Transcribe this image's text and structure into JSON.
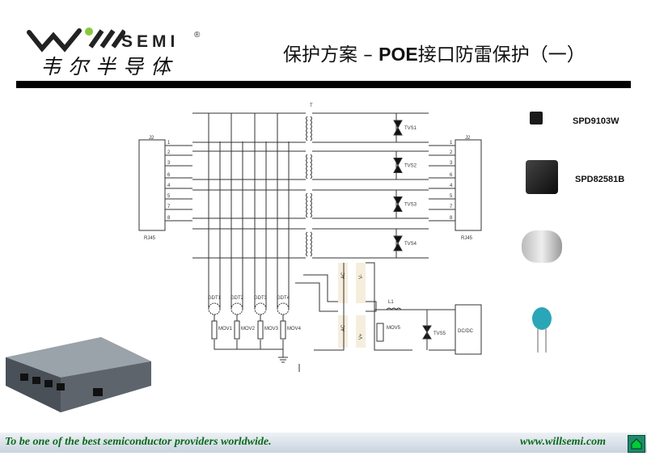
{
  "header": {
    "logo": {
      "brand": "SEMI",
      "registered": "®",
      "chinese": "韦尔半导体"
    },
    "title_prefix": "保护方案 – ",
    "title_bold": "POE",
    "title_suffix": "接口防雷保护（一）"
  },
  "schematic": {
    "connector_left": {
      "ref": "J2",
      "type": "RJ45"
    },
    "connector_right": {
      "ref": "J2",
      "type": "RJ45"
    },
    "pins": [
      "1",
      "2",
      "3",
      "6",
      "4",
      "5",
      "7",
      "8"
    ],
    "transformer": "T",
    "tvs": [
      "TVS1",
      "TVS2",
      "TVS3",
      "TVS4",
      "TVS5"
    ],
    "gdt": [
      "GDT1",
      "GDT2",
      "GDT3",
      "GDT4"
    ],
    "mov": [
      "MOV1",
      "MOV2",
      "MOV3",
      "MOV4",
      "MOV5"
    ],
    "inductor": "L1",
    "bridge_labels": [
      "AC",
      "AC",
      "V-",
      "V+"
    ],
    "dcdc": "DC/DC"
  },
  "parts": [
    {
      "label": "SPD9103W"
    },
    {
      "label": "SPD82581B"
    }
  ],
  "footer": {
    "slogan": "To be one of the best semiconductor providers worldwide.",
    "url": "www.willsemi.com"
  }
}
